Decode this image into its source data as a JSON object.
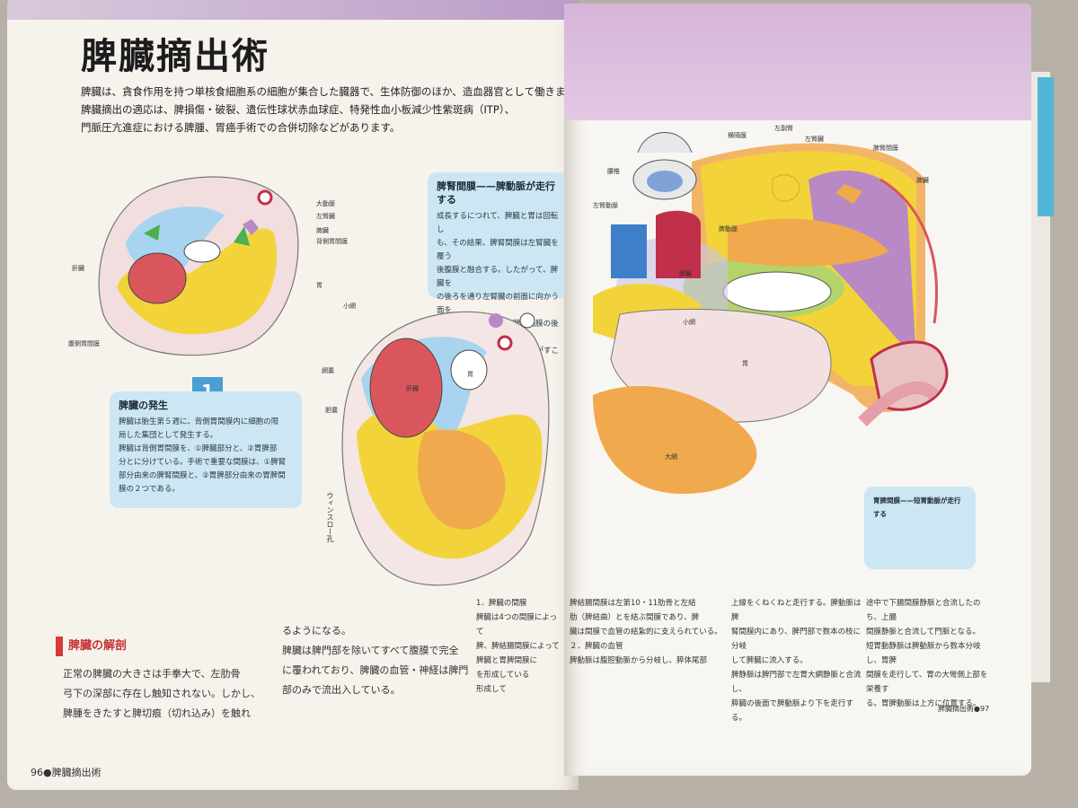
{
  "left_page": {
    "title": "脾臓摘出術",
    "intro": [
      "脾臓は、貪食作用を持つ単核食細胞系の細胞が集合した臓器で、生体防御のほか、造血器官として働きます。",
      "脾臓摘出の適応は、脾損傷・破裂、遺伝性球状赤血球症、特発性血小板減少性紫斑病（ITP）、",
      "門脈圧亢進症における脾腫、胃癌手術での合併切除などがあります。"
    ],
    "figure1_labels": {
      "aorta": "大動脈",
      "left_kidney": "左腎臓",
      "spleen": "脾臓",
      "dorsal_mesogastrium": "背側胃間膜",
      "liver": "肝臓",
      "stomach": "胃",
      "ventral_mesogastrium": "腹側胃間膜"
    },
    "figure2_labels": {
      "lesser_omentum": "小網",
      "omental_bursa": "網嚢",
      "liver": "肝臓",
      "stomach": "胃",
      "gallbladder": "胆嚢",
      "winslow": "ウィンスロー孔"
    },
    "figure_number": "1",
    "development_box": {
      "heading": "脾臓の発生",
      "lines": [
        "脾臓は胎生第５週に、背側胃間膜内に細胞の限",
        "局した集団として発生する。",
        "脾臓は背側胃間膜を、①脾臓部分と、②胃脾部",
        "分とに分けている。手術で重要な間膜は、①脾腎",
        "部分由来の脾腎間膜と、②胃脾部分由来の胃脾間",
        "膜の２つである。"
      ]
    },
    "splenorenal_box": {
      "heading": "脾腎間膜——脾動脈が走行する",
      "lines": [
        "成長するにつれて、脾臓と胃は回転し",
        "も、その結果、脾腎間膜は左腎臓を覆う",
        "後腹膜と融合する。したがって、脾臓を",
        "の後ろを通り左腎臓の前面に向かう面を",
        "固の間膜とへ融合は、脾腎間膜の後葉の",
        "脾腎間膜をその融合部位で剥がすことで"
      ]
    },
    "anatomy_heading": "脾臓の解剖",
    "body_col1": [
      "正常の脾臓の大きさは手拳大で、左肋骨",
      "弓下の深部に存在し触知されない。しかし、",
      "脾腫をきたすと脾切痕（切れ込み）を触れ"
    ],
    "body_col2": [
      "るようになる。",
      "脾臓は脾門部を除いてすべて腹膜で完全",
      "に覆われており、脾臓の血管・神経は脾門",
      "部のみで流出入している。"
    ],
    "footer": "96●脾臓摘出術"
  },
  "right_page": {
    "figure_labels": {
      "transverse_mesocolon": "横隔膜",
      "left_adrenal": "左副腎",
      "left_kidney": "左腎臓",
      "splenorenal_lig": "脾腎間膜",
      "spleen": "脾臓",
      "vertebra": "腰椎",
      "left_renal_artery": "左腎動脈",
      "splenic_artery": "脾動脈",
      "pancreas": "膵臓",
      "lesser_omentum": "小網",
      "stomach": "胃",
      "greater_omentum": "大網",
      "gastrosplenic_box_title": "胃脾間膜——短胃動脈が走行する"
    },
    "col1": [
      "1．脾臓の間膜",
      "脾臓は4つの間膜によって",
      "脾、脾結腸間膜によって",
      "脾臓と胃脾間膜に",
      "を形成している",
      "形成して"
    ],
    "col2": [
      "脾結腸間膜は左第10・11肋骨と左結",
      "肋（脾結曲）とを結ぶ間膜であり、脾",
      "臓は間膜で血管の結紮的に支えられている。",
      "２．脾臓の血管",
      "脾動脈は腹腔動脈から分岐し、膵体尾部"
    ],
    "col3": [
      "上縁をくねくねと走行する。脾動脈は脾",
      "腎間膜内にあり、脾門部で数本の枝に分岐",
      "して脾臓に流入する。",
      "脾静脈は脾門部で左胃大網静脈と合流し、",
      "膵臓の後面で脾動脈より下を走行する。"
    ],
    "col4": [
      "途中で下腸間膜静脈と合流したのち、上腸",
      "間膜静脈と合流して門脈となる。",
      "短胃動静脈は脾動脈から数本分岐し、胃脾",
      "間膜を走行して、胃の大彎側上部を栄養す",
      "る。胃脾動脈は上方に位置する。"
    ],
    "footer": "脾臓摘出術●97"
  },
  "colors": {
    "spleen_purple": "#b889c4",
    "liver_red": "#d9575c",
    "yellow": "#f2d43a",
    "blue": "#a9d4ef",
    "green": "#b4d36a",
    "orange": "#f1a94d",
    "header_purple": "#d6b5d8",
    "tab_blue": "#52b6d8"
  }
}
